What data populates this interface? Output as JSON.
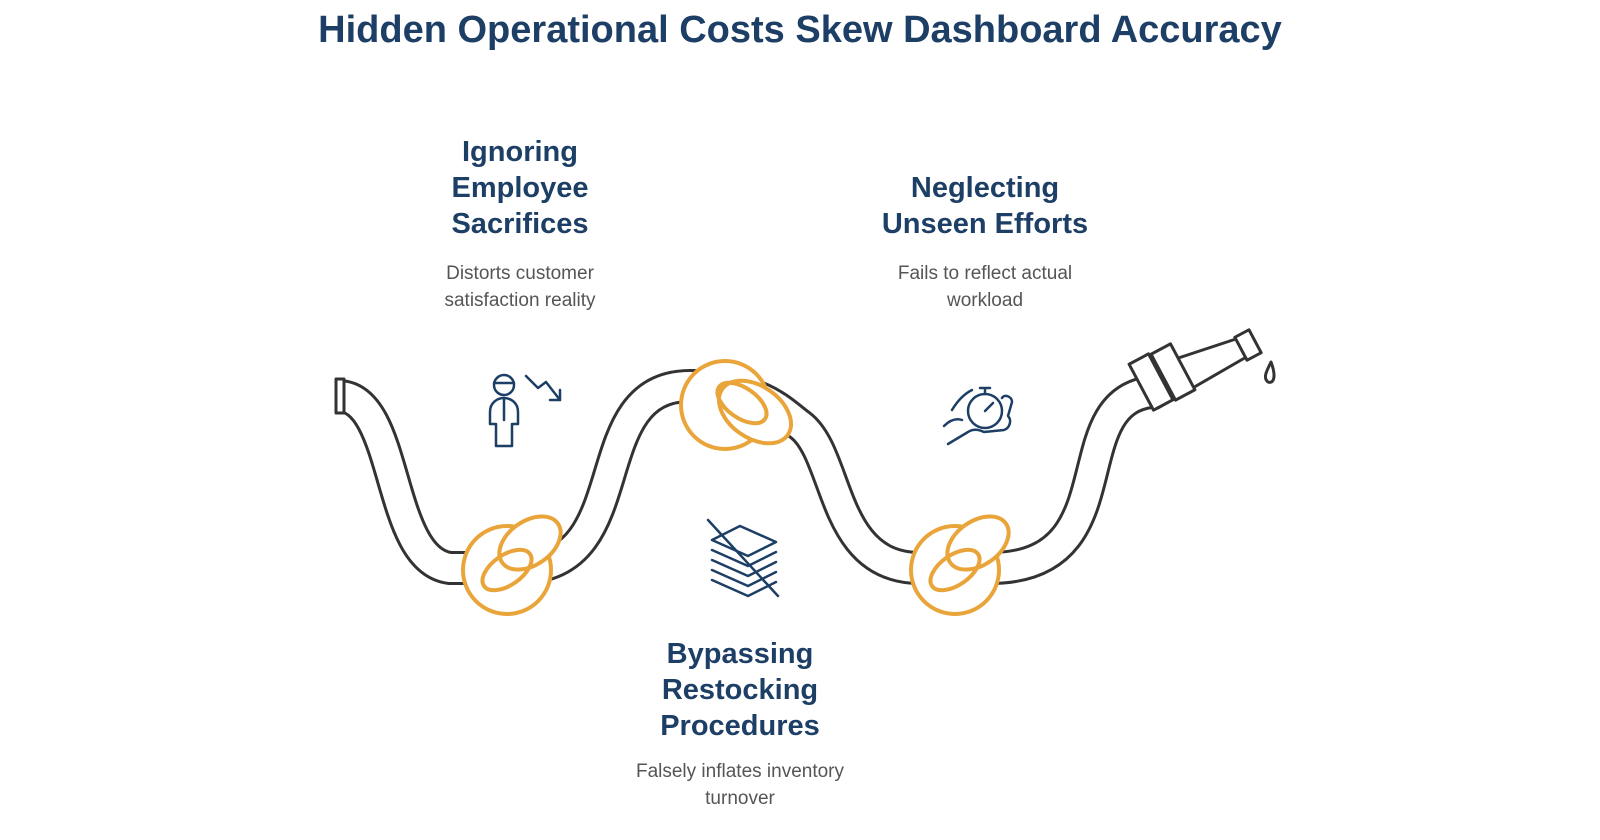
{
  "title": "Hidden Operational Costs Skew Dashboard Accuracy",
  "sections": [
    {
      "heading_lines": [
        "Ignoring",
        "Employee",
        "Sacrifices"
      ],
      "description_lines": [
        "Distorts customer",
        "satisfaction reality"
      ],
      "icon": "employee-declining-trend-icon"
    },
    {
      "heading_lines": [
        "Neglecting",
        "Unseen Efforts"
      ],
      "description_lines": [
        "Fails to reflect actual",
        "workload"
      ],
      "icon": "hand-stopwatch-icon"
    },
    {
      "heading_lines": [
        "Bypassing",
        "Restocking",
        "Procedures"
      ],
      "description_lines": [
        "Falsely inflates inventory",
        "turnover"
      ],
      "icon": "crossed-out-stack-icon"
    }
  ],
  "colors": {
    "title": "#1d3f66",
    "heading": "#1d3f66",
    "description": "#555555",
    "hose_outline": "#333333",
    "knot": "#e9a43a",
    "icon": "#1d3f66"
  }
}
